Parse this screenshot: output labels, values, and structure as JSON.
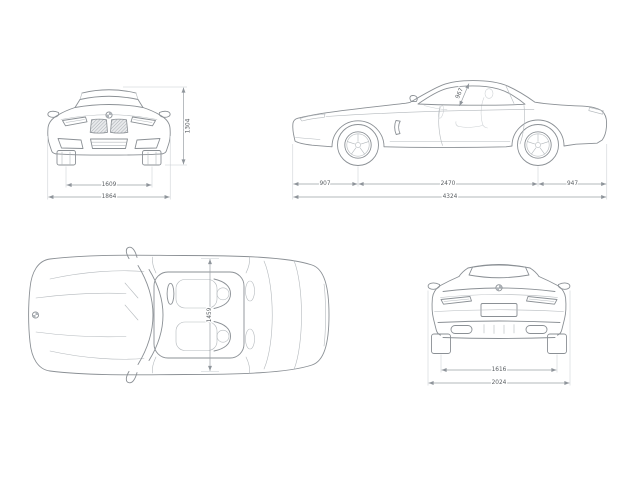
{
  "drawing": {
    "background": "#ffffff",
    "line_color": "#8b9095",
    "detail_color": "#b4b9bd",
    "dimension_color": "#9aa0a5",
    "text_color": "#5a5f63"
  },
  "views": {
    "front": {
      "overall_height_mm": "1304",
      "track_width_mm": "1609",
      "overall_width_mm": "1864"
    },
    "side": {
      "upper_diagonal_mm": "967",
      "front_overhang_mm": "907",
      "wheelbase_mm": "2470",
      "rear_overhang_mm": "947",
      "overall_length_mm": "4324"
    },
    "top": {
      "interior_width_mm": "1459"
    },
    "rear": {
      "rear_track_mm": "1616",
      "width_incl_mirrors_mm": "2024"
    }
  }
}
